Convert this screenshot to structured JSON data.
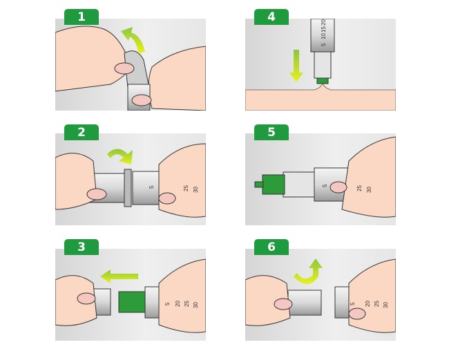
{
  "steps": [
    {
      "number": "1"
    },
    {
      "number": "2",
      "scale": [
        "5",
        "25",
        "30"
      ]
    },
    {
      "number": "3",
      "scale": [
        "5",
        "20",
        "25",
        "30"
      ]
    },
    {
      "number": "4",
      "scale": [
        "20",
        "15",
        "10",
        "5"
      ]
    },
    {
      "number": "5",
      "scale": [
        "5",
        "25",
        "30"
      ]
    },
    {
      "number": "6",
      "scale": [
        "5",
        "20",
        "25",
        "30"
      ]
    }
  ],
  "colors": {
    "badge": "#1f9a3e",
    "arrow": "#c8e61e",
    "skin": "#fbd8c4",
    "needle_hub": "#2e9b3a"
  }
}
